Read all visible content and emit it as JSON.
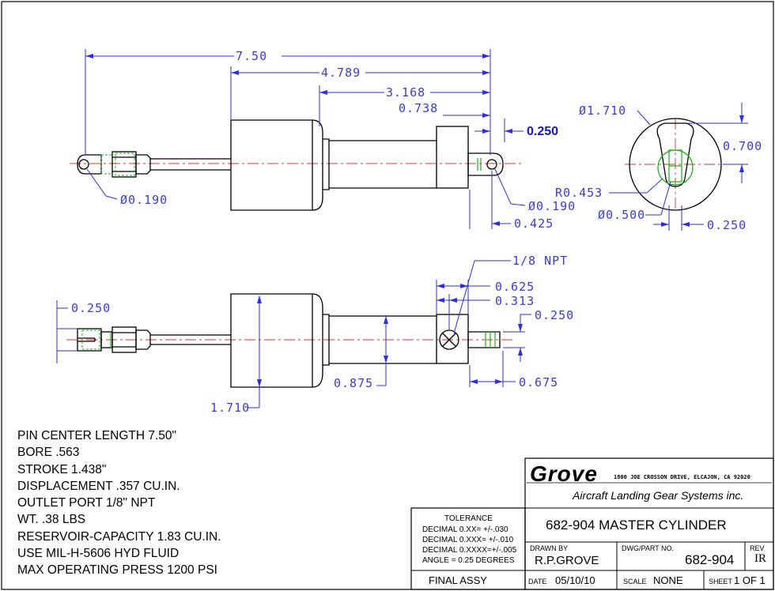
{
  "dimensions": {
    "overall_length": "7.50",
    "body_to_end": "4.789",
    "rod_offset": "3.168",
    "block_offset": "0.738",
    "end_offset": "0.250",
    "end_hole_left": "Ø0.190",
    "end_hole_right": "Ø0.190",
    "end_to_hole": "0.425",
    "flange_dia": "Ø1.710",
    "flange_height": "0.700",
    "flange_radius": "R0.453",
    "bore_dia": "Ø0.500",
    "slot_width": "0.250",
    "port_thread": "1/8 NPT",
    "port_offset_a": "0.625",
    "port_offset_b": "0.313",
    "clevis_width": "0.250",
    "rod_end_width": "0.250",
    "neck_dia": "0.875",
    "block_height": "0.675",
    "body_height": "1.710"
  },
  "notes": [
    "PIN CENTER LENGTH 7.50\"",
    "BORE .563",
    "STROKE 1.438\"",
    "DISPLACEMENT .357 CU.IN.",
    "OUTLET PORT 1/8\" NPT",
    "WT. .38 LBS",
    "RESERVOIR-CAPACITY  1.83 CU.IN.",
    "USE MIL-H-5606 HYD FLUID",
    "MAX OPERATING PRESS 1200 PSI"
  ],
  "title_block": {
    "company": "Grove",
    "address": "1800 JOE CROSSON DRIVE, ELCAJON, CA 92020",
    "tagline": "Aircraft Landing Gear Systems inc.",
    "tolerance_title": "TOLERANCE",
    "tolerance_lines": [
      "DECIMAL 0.XX=  +/-.030",
      "DECIMAL 0.XXX= +/-.010",
      "DECIMAL 0.XXXX=+/-.005",
      "ANGLE = 0.25 DEGREES"
    ],
    "drawing_title": "682-904 MASTER CYLINDER",
    "drawn_by_label": "DRAWN BY",
    "drawn_by": "R.P.GROVE",
    "part_no_label": "DWG/PART NO.",
    "part_no": "682-904",
    "rev_label": "REV",
    "rev": "IR",
    "assy": "FINAL ASSY",
    "date_label": "DATE",
    "date": "05/10/10",
    "scale_label": "SCALE",
    "scale": "NONE",
    "sheet_label": "SHEET",
    "sheet": "1 OF 1"
  }
}
